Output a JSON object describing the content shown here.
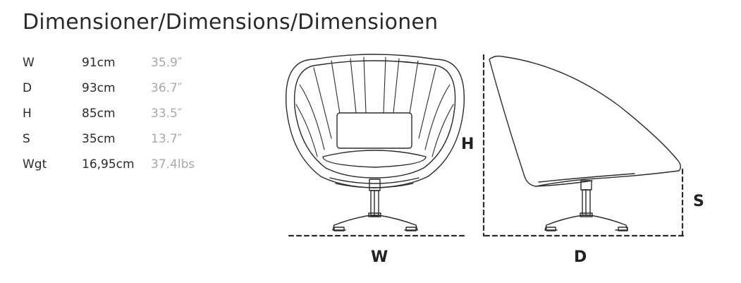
{
  "title": "Dimensioner/Dimensions/Dimensionen",
  "specs": [
    {
      "label": "W",
      "metric": "91cm",
      "imperial": "35.9″"
    },
    {
      "label": "D",
      "metric": "93cm",
      "imperial": "36.7″"
    },
    {
      "label": "H",
      "metric": "85cm",
      "imperial": "33.5″"
    },
    {
      "label": "S",
      "metric": "35cm",
      "imperial": "13.7″"
    },
    {
      "label": "Wgt",
      "metric": "16,95cm",
      "imperial": "37.4lbs"
    }
  ],
  "diagram": {
    "labels": {
      "width": "W",
      "depth": "D",
      "height": "H",
      "seat": "S"
    },
    "colors": {
      "line": "#2b2b2b",
      "imperial_text": "#a8a8a8",
      "text": "#2a2a2a"
    }
  }
}
